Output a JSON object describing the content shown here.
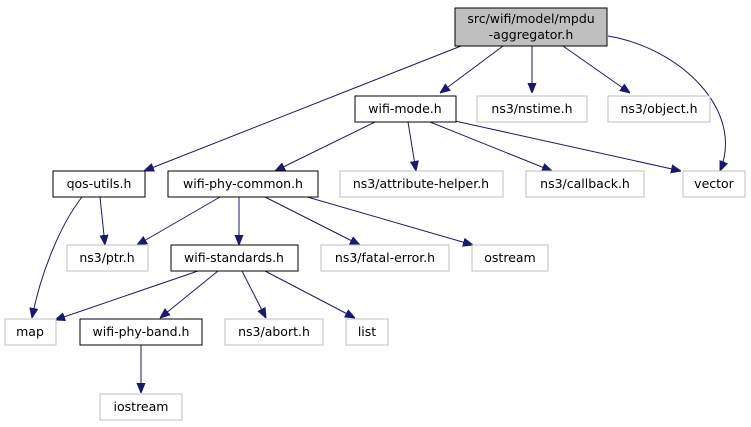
{
  "diagram": {
    "colors": {
      "root_fill": "#bfbfbf",
      "root_border": "#000000",
      "local_border": "#000000",
      "external_border": "#bfbfbf",
      "edge": "#191970"
    },
    "nodes": {
      "root_line1": "src/wifi/model/mpdu",
      "root_line2": "-aggregator.h",
      "wifi_mode": "wifi-mode.h",
      "ns3_nstime": "ns3/nstime.h",
      "ns3_object": "ns3/object.h",
      "qos_utils": "qos-utils.h",
      "wifi_phy_common": "wifi-phy-common.h",
      "ns3_attribute_helper": "ns3/attribute-helper.h",
      "ns3_callback": "ns3/callback.h",
      "vector": "vector",
      "ns3_ptr": "ns3/ptr.h",
      "wifi_standards": "wifi-standards.h",
      "ns3_fatal_error": "ns3/fatal-error.h",
      "ostream": "ostream",
      "map": "map",
      "wifi_phy_band": "wifi-phy-band.h",
      "ns3_abort": "ns3/abort.h",
      "list": "list",
      "iostream": "iostream"
    },
    "edges": [
      [
        "root",
        "wifi_mode"
      ],
      [
        "root",
        "ns3_nstime"
      ],
      [
        "root",
        "ns3_object"
      ],
      [
        "root",
        "qos_utils"
      ],
      [
        "root",
        "vector"
      ],
      [
        "wifi_mode",
        "wifi_phy_common"
      ],
      [
        "wifi_mode",
        "ns3_attribute_helper"
      ],
      [
        "wifi_mode",
        "ns3_callback"
      ],
      [
        "wifi_mode",
        "vector"
      ],
      [
        "qos_utils",
        "ns3_ptr"
      ],
      [
        "qos_utils",
        "map"
      ],
      [
        "wifi_phy_common",
        "ns3_ptr"
      ],
      [
        "wifi_phy_common",
        "wifi_standards"
      ],
      [
        "wifi_phy_common",
        "ns3_fatal_error"
      ],
      [
        "wifi_phy_common",
        "ostream"
      ],
      [
        "wifi_standards",
        "map"
      ],
      [
        "wifi_standards",
        "wifi_phy_band"
      ],
      [
        "wifi_standards",
        "ns3_abort"
      ],
      [
        "wifi_standards",
        "list"
      ],
      [
        "wifi_phy_band",
        "iostream"
      ]
    ]
  }
}
